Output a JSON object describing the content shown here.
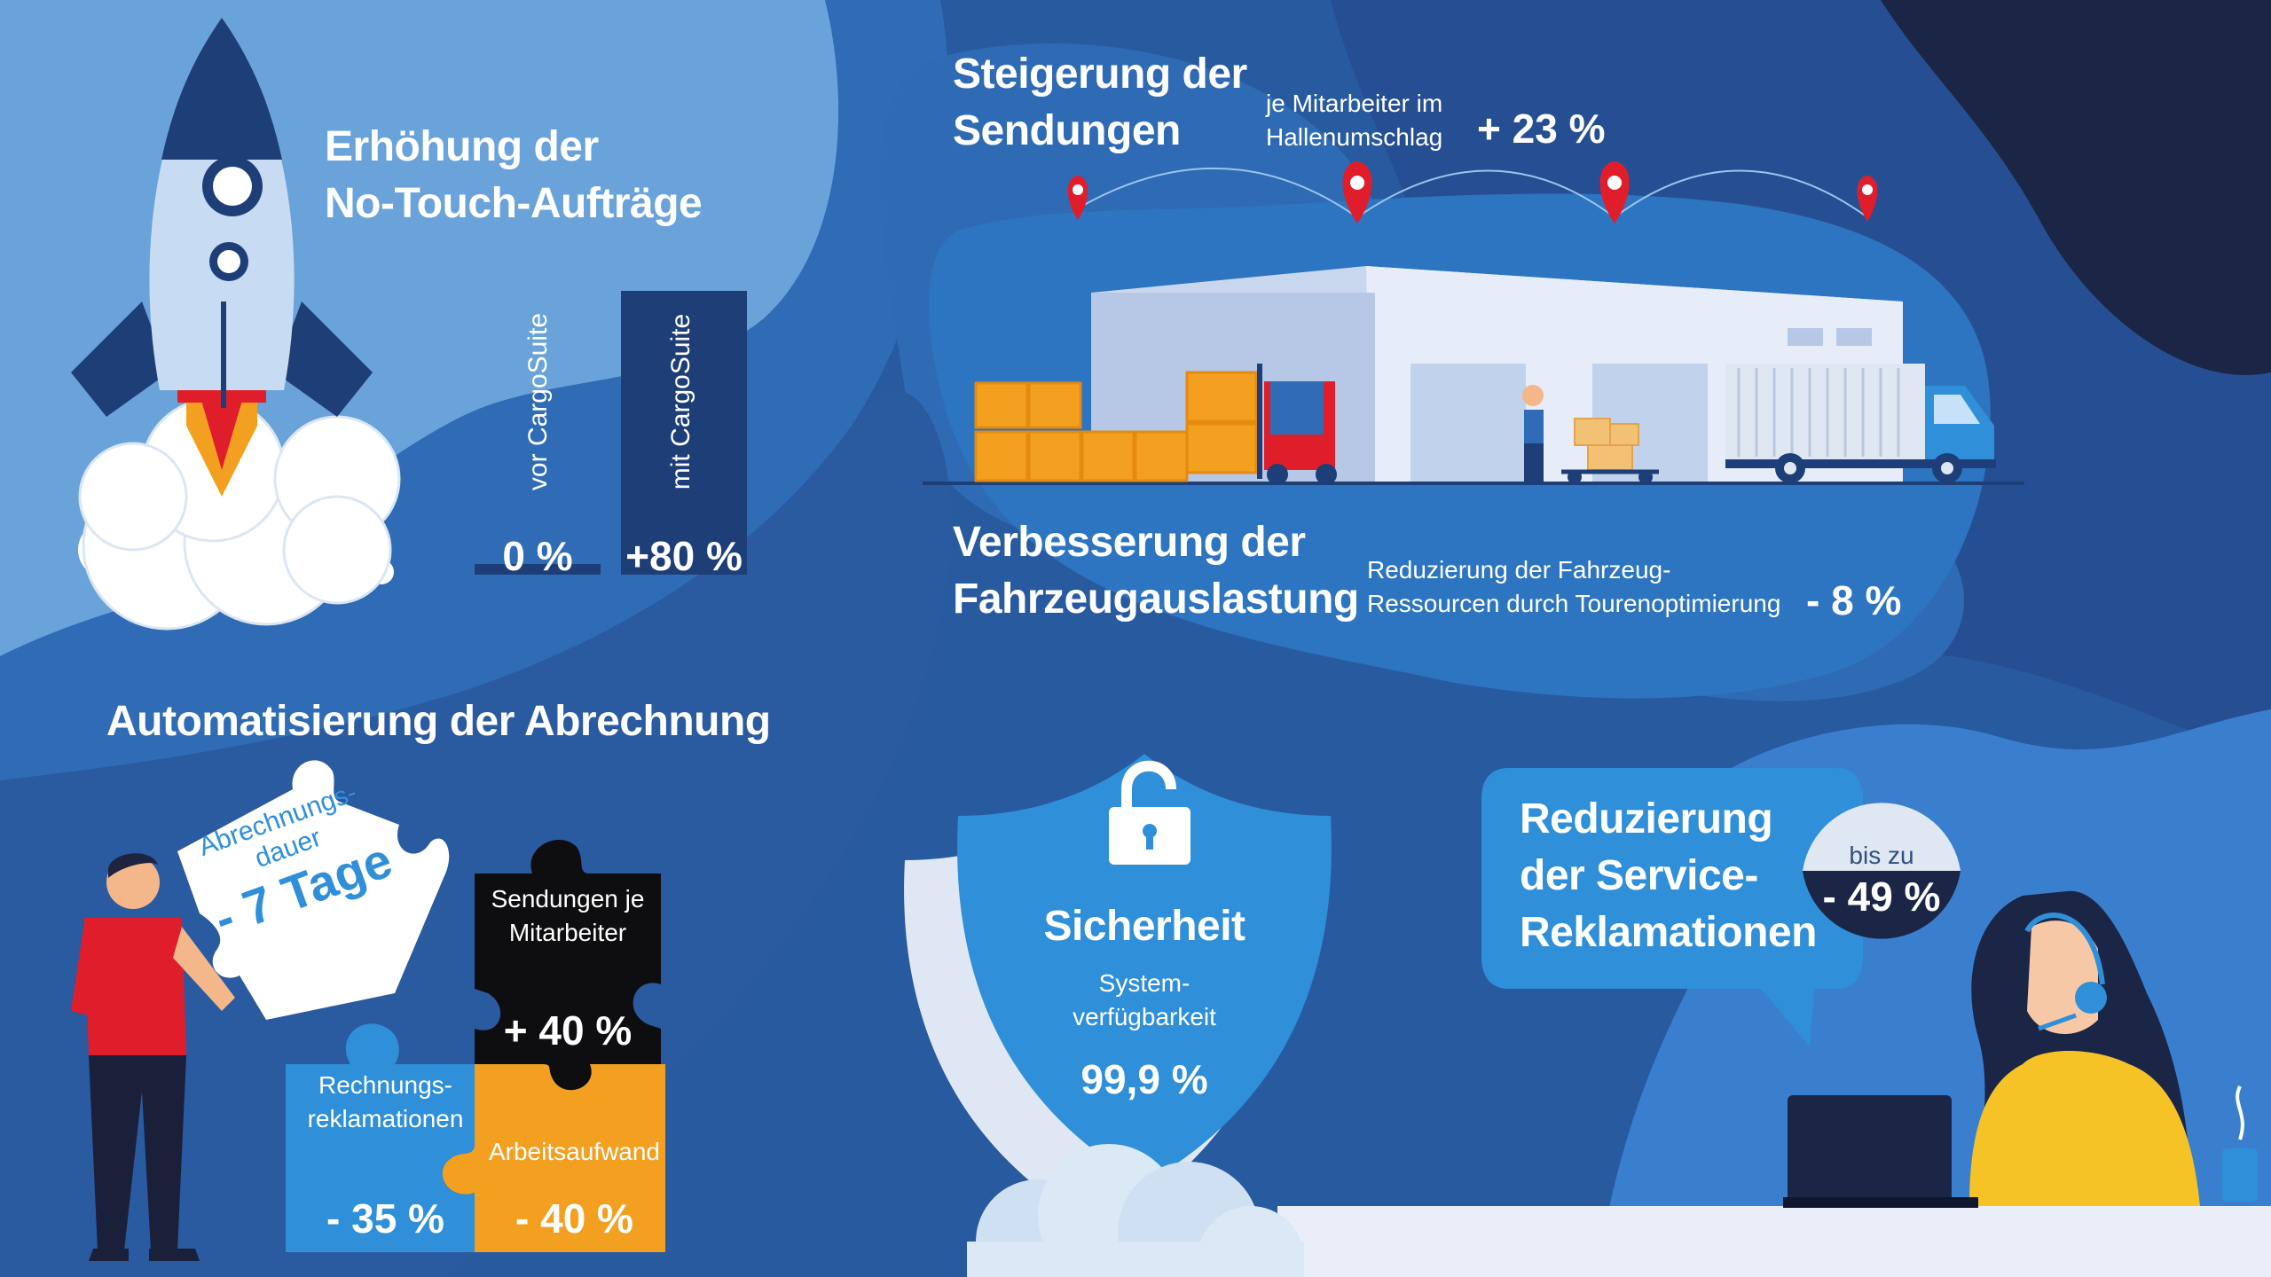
{
  "colors": {
    "background": "#2a5b9f",
    "light_blue": "#6aa3d9",
    "mid_blue": "#2d75c0",
    "navy": "#1e3e78",
    "dark_navy": "#1b2546",
    "accent_red": "#e01e2b",
    "accent_orange": "#f3a021",
    "puzzle_blue": "#2f8fd8",
    "black": "#0e0e10"
  },
  "no_touch": {
    "title_line1": "Erhöhung der",
    "title_line2": "No-Touch-Aufträge",
    "bar_before_label": "vor CargoSuite",
    "bar_after_label": "mit CargoSuite",
    "before_value": "0 %",
    "after_value": "+80 %",
    "before_level": 0,
    "after_level": 0.8
  },
  "shipments": {
    "title_line1": "Steigerung der",
    "title_line2": "Sendungen",
    "note_line1": "je Mitarbeiter im",
    "note_line2": "Hallenumschlag",
    "value": "+ 23 %"
  },
  "vehicle": {
    "title_line1": "Verbesserung der",
    "title_line2": "Fahrzeugauslastung",
    "note_line1": "Reduzierung der Fahrzeug-",
    "note_line2": "Ressourcen durch Tourenoptimierung",
    "value": "- 8 %"
  },
  "billing": {
    "title": "Automatisierung der Abrechnung",
    "piece_duration_line1": "Abrechnungs-",
    "piece_duration_line2": "dauer",
    "piece_duration_value": "- 7 Tage",
    "piece_shipments_line1": "Sendungen je",
    "piece_shipments_line2": "Mitarbeiter",
    "piece_shipments_value": "+ 40 %",
    "piece_invoice_line1": "Rechnungs-",
    "piece_invoice_line2": "reklamationen",
    "piece_invoice_value": "- 35 %",
    "piece_effort_label": "Arbeitsaufwand",
    "piece_effort_value": "- 40 %"
  },
  "security": {
    "title": "Sicherheit",
    "sub_line1": "System-",
    "sub_line2": "verfügbarkeit",
    "value": "99,9 %",
    "icon": "padlock-icon"
  },
  "service": {
    "title_line1": "Reduzierung",
    "title_line2": "der Service-",
    "title_line3": "Reklamationen",
    "badge_prefix": "bis zu",
    "badge_value": "- 49 %"
  }
}
